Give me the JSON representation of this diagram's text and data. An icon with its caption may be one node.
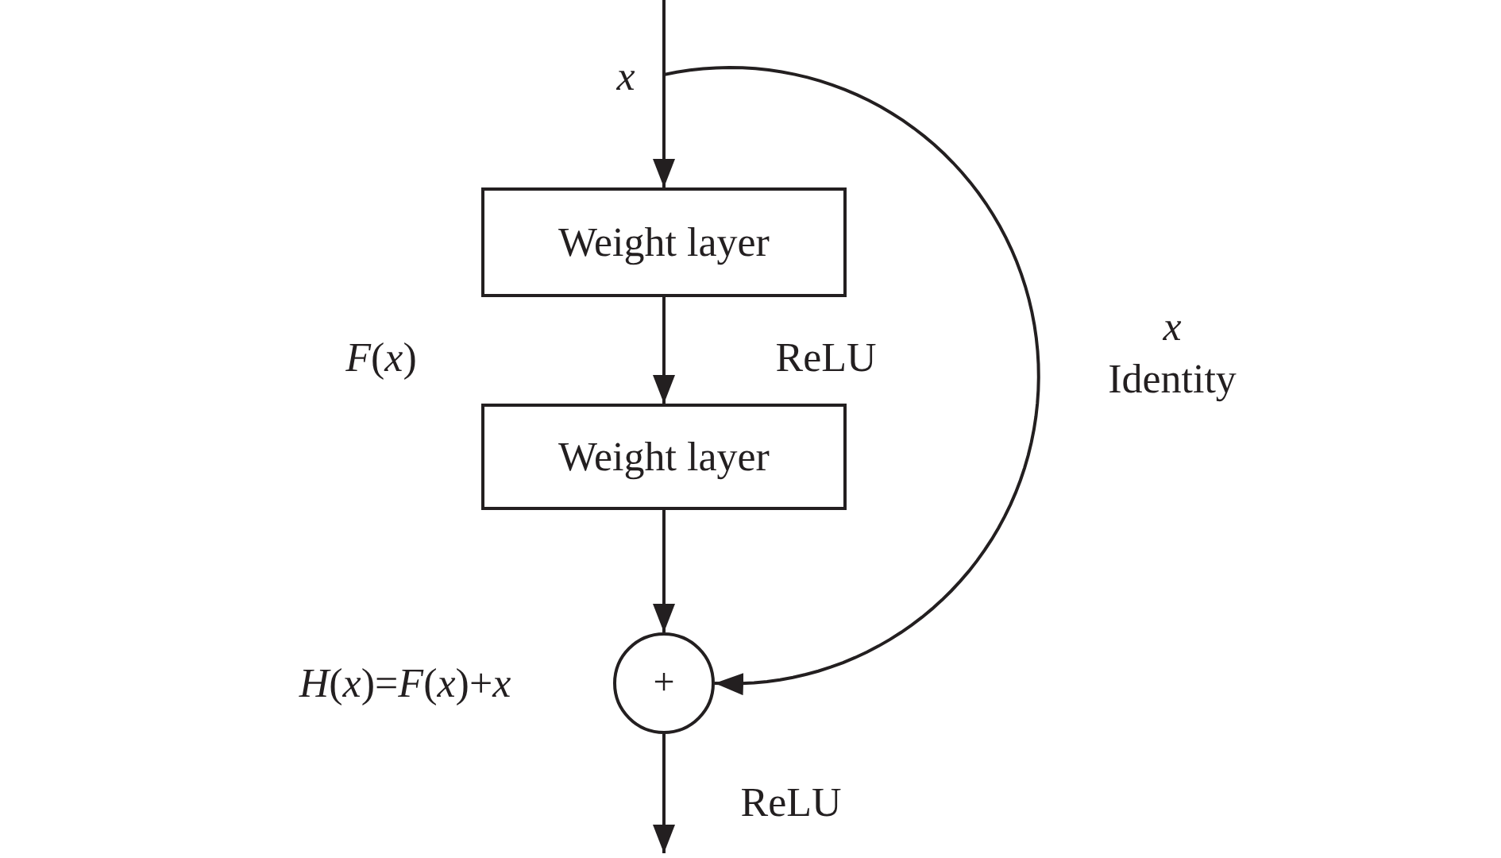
{
  "diagram": {
    "nodes": [
      {
        "text": [
          "Weight layer"
        ]
      },
      {
        "text": [
          "Weight layer"
        ]
      },
      {
        "text": [
          "+"
        ]
      }
    ],
    "edges": [
      {
        "from": null,
        "to": 0,
        "arrow": "to",
        "label": "x"
      },
      {
        "from": 0,
        "to": 1,
        "arrow": "to",
        "label": "ReLU"
      },
      {
        "from": 1,
        "to": 2,
        "arrow": "to"
      },
      {
        "from": 2,
        "to": null,
        "arrow": "to",
        "label": "ReLU"
      },
      {
        "from": null,
        "to": 2,
        "arrow": "to",
        "label": "*x* Identity"
      }
    ],
    "labels": [
      "*F*(*x*)",
      "*H*(*x*)=*F*(*x*)+*x*"
    ]
  }
}
